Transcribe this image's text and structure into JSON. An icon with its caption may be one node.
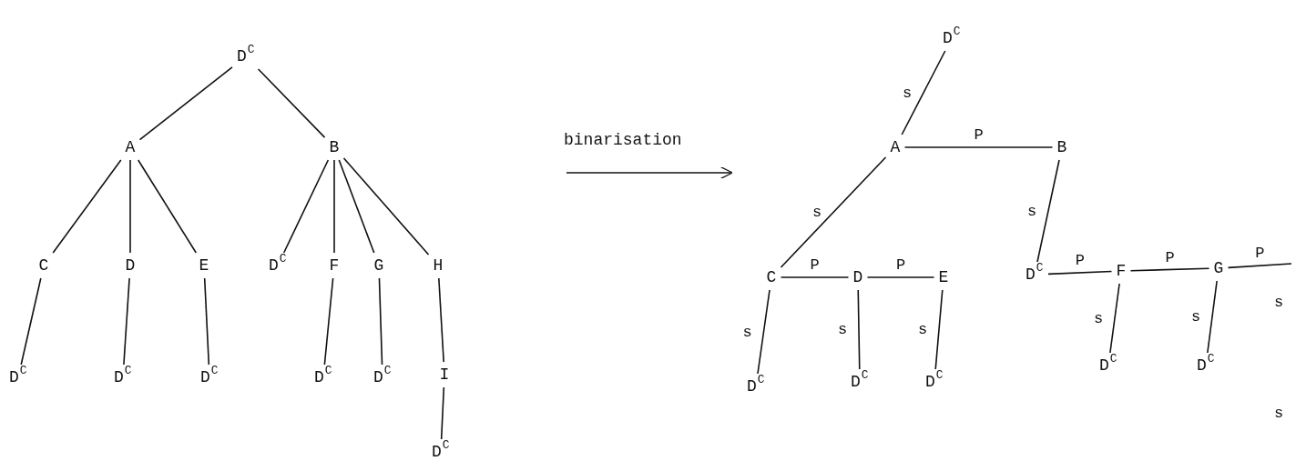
{
  "diagram": {
    "nodes": [
      {
        "text": [
          "D$^{C}$"
        ]
      },
      {
        "text": [
          "A"
        ]
      },
      {
        "text": [
          "B"
        ]
      },
      {
        "text": [
          "C"
        ]
      },
      {
        "text": [
          "D"
        ]
      },
      {
        "text": [
          "E"
        ]
      },
      {
        "text": [
          "D$^{C}$"
        ]
      },
      {
        "text": [
          "F"
        ]
      },
      {
        "text": [
          "G"
        ]
      },
      {
        "text": [
          "H"
        ]
      },
      {
        "text": [
          "D$^{C}$"
        ]
      },
      {
        "text": [
          "D$^{C}$"
        ]
      },
      {
        "text": [
          "D$^{C}$"
        ]
      },
      {
        "text": [
          "D$^{C}$"
        ]
      },
      {
        "text": [
          "D$^{C}$"
        ]
      },
      {
        "text": [
          "I"
        ]
      },
      {
        "text": [
          "D$^{C}$"
        ]
      },
      {
        "text": [
          "D$^{C}$"
        ]
      },
      {
        "text": [
          "A"
        ]
      },
      {
        "text": [
          "B"
        ]
      },
      {
        "text": [
          "C"
        ]
      },
      {
        "text": [
          "D"
        ]
      },
      {
        "text": [
          "E"
        ]
      },
      {
        "text": [
          "D$^{C}$"
        ]
      },
      {
        "text": [
          "F"
        ]
      },
      {
        "text": [
          "G"
        ]
      },
      {
        "text": [
          "D$^{C}$"
        ]
      },
      {
        "text": [
          "D$^{C}$"
        ]
      },
      {
        "text": [
          "D$^{C}$"
        ]
      },
      {
        "text": [
          "D$^{C}$"
        ]
      },
      {
        "text": [
          "D$^{C}$"
        ]
      }
    ],
    "edges": [
      {
        "from": 0,
        "to": 1,
        "arrow": "none"
      },
      {
        "from": 0,
        "to": 2,
        "arrow": "none"
      },
      {
        "from": 1,
        "to": 3,
        "arrow": "none"
      },
      {
        "from": 1,
        "to": 4,
        "arrow": "none"
      },
      {
        "from": 1,
        "to": 5,
        "arrow": "none"
      },
      {
        "from": 2,
        "to": 6,
        "arrow": "none"
      },
      {
        "from": 2,
        "to": 7,
        "arrow": "none"
      },
      {
        "from": 2,
        "to": 8,
        "arrow": "none"
      },
      {
        "from": 2,
        "to": 9,
        "arrow": "none"
      },
      {
        "from": 3,
        "to": 10,
        "arrow": "none"
      },
      {
        "from": 4,
        "to": 11,
        "arrow": "none"
      },
      {
        "from": 5,
        "to": 12,
        "arrow": "none"
      },
      {
        "from": 7,
        "to": 13,
        "arrow": "none"
      },
      {
        "from": 8,
        "to": 14,
        "arrow": "none"
      },
      {
        "from": 9,
        "to": 15,
        "arrow": "none"
      },
      {
        "from": 15,
        "to": 16,
        "arrow": "none"
      },
      {
        "from": 18,
        "to": 17,
        "arrow": "none",
        "label": "s"
      },
      {
        "from": 18,
        "to": 19,
        "arrow": "none",
        "label": "P"
      },
      {
        "from": 18,
        "to": 20,
        "arrow": "none",
        "label": "s"
      },
      {
        "from": 19,
        "to": 23,
        "arrow": "none",
        "label": "s"
      },
      {
        "from": 20,
        "to": 21,
        "arrow": "none",
        "label": "P"
      },
      {
        "from": 21,
        "to": 22,
        "arrow": "none",
        "label": "P"
      },
      {
        "from": 23,
        "to": 24,
        "arrow": "none",
        "label": "P"
      },
      {
        "from": 24,
        "to": 25,
        "arrow": "none",
        "label": "P"
      },
      {
        "from": 25,
        "to": null,
        "arrow": "none",
        "label": "P"
      },
      {
        "from": 20,
        "to": 26,
        "arrow": "none",
        "label": "s"
      },
      {
        "from": 21,
        "to": 27,
        "arrow": "none",
        "label": "s"
      },
      {
        "from": 22,
        "to": 28,
        "arrow": "none",
        "label": "s"
      },
      {
        "from": 24,
        "to": 29,
        "arrow": "none",
        "label": "s"
      },
      {
        "from": 25,
        "to": 30,
        "arrow": "none",
        "label": "s"
      }
    ],
    "labels": [
      "binarisation",
      "s",
      "s"
    ]
  }
}
